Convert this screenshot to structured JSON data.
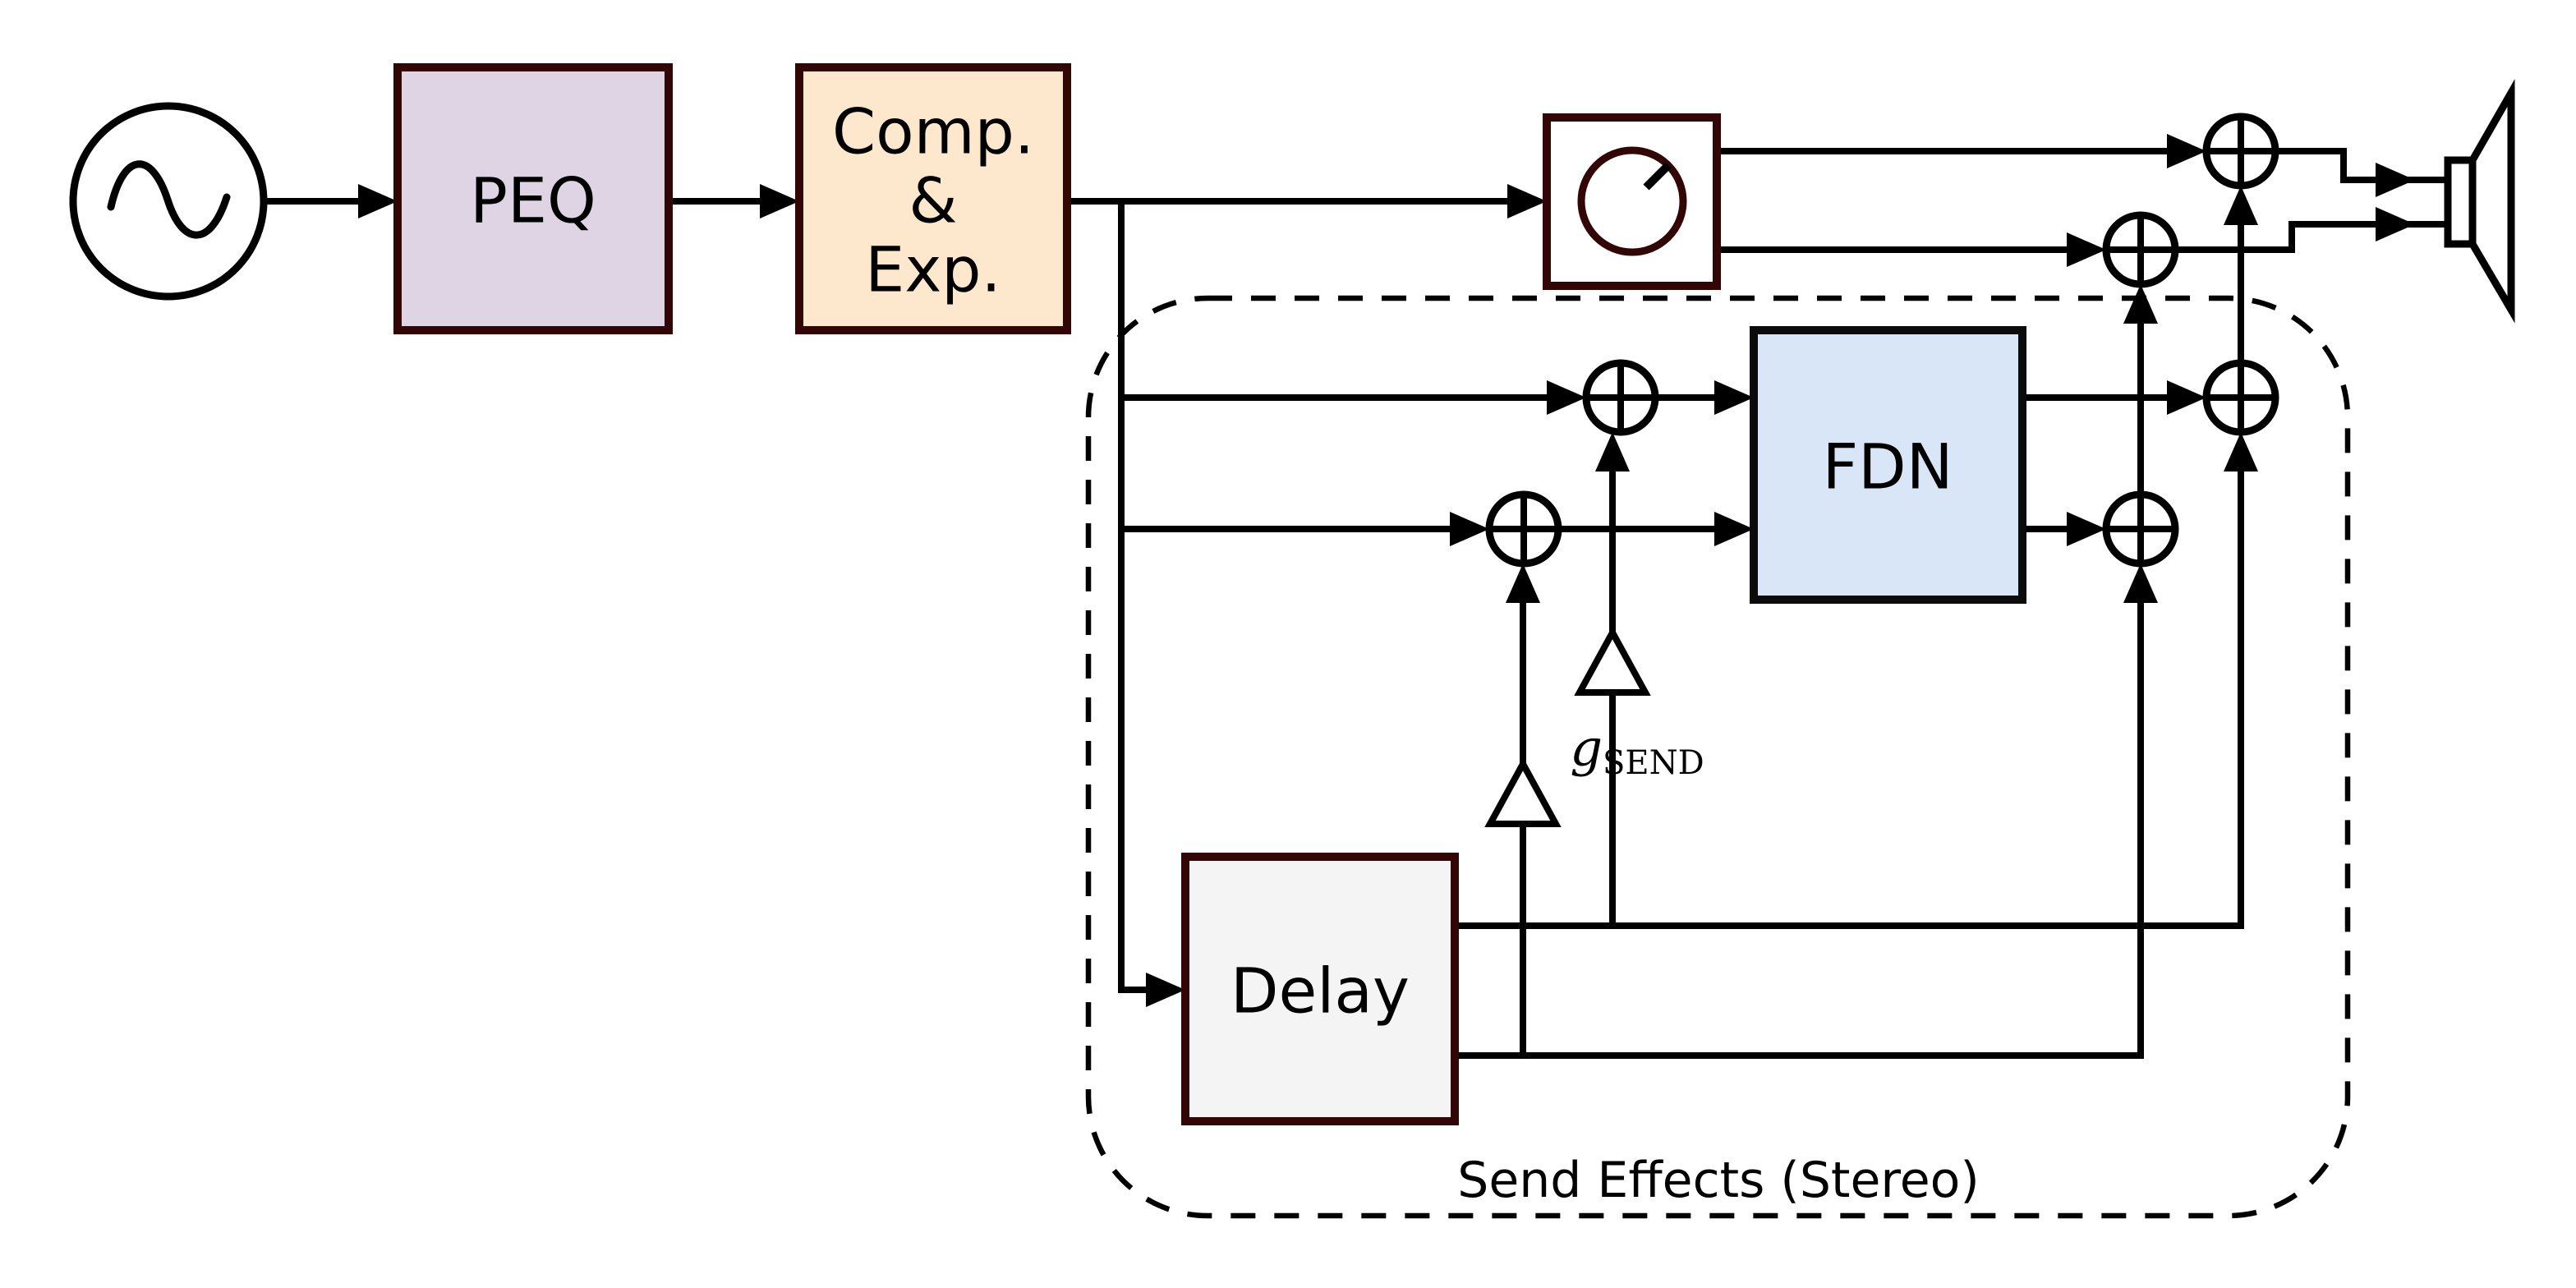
{
  "figure": {
    "background": "#ffffff",
    "wire_color": "#000000",
    "blocks": {
      "source": {
        "name": "sine-oscillator-source"
      },
      "peq": {
        "label": "PEQ",
        "fill": "#ded4e4",
        "stroke": "#330606"
      },
      "comp_exp": {
        "lines": [
          "Comp.",
          "&",
          "Exp."
        ],
        "fill": "#fde7cd",
        "stroke": "#330606"
      },
      "dry_gain_knob": {
        "fill": "#ffffff",
        "stroke": "#330606",
        "pointer_color": "#000000"
      },
      "fdn": {
        "label": "FDN",
        "fill": "#d9e6f7",
        "stroke": "#0b0b0b"
      },
      "delay": {
        "label": "Delay",
        "fill": "#f4f4f4",
        "stroke": "#330606",
        "label_color": "#3d3d3d"
      },
      "send_gain": {
        "symbol": "g",
        "subscript": "SEND"
      }
    },
    "region": {
      "label": "Send Effects (Stereo)"
    }
  }
}
